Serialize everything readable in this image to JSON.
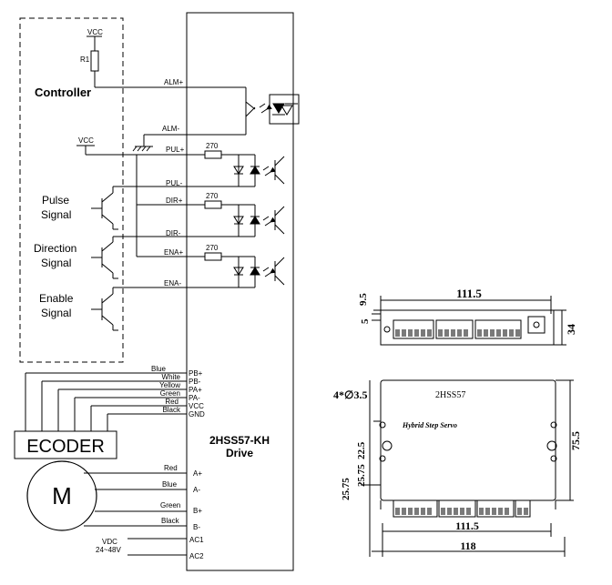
{
  "controller": {
    "title": "Controller",
    "r1": "R1",
    "vcc_top": "VCC",
    "vcc_mid": "VCC",
    "pulse_signal": [
      "Pulse",
      "Signal"
    ],
    "direction_signal": [
      "Direction",
      "Signal"
    ],
    "enable_signal": [
      "Enable",
      "Signal"
    ]
  },
  "drive": {
    "name": [
      "2HSS57-KH",
      "Drive"
    ],
    "signal_pins": [
      "ALM+",
      "ALM-",
      "PUL+",
      "PUL-",
      "DIR+",
      "DIR-",
      "ENA+",
      "ENA-"
    ],
    "resistor_values": [
      "270",
      "270",
      "270"
    ],
    "encoder_pins": [
      "PB+",
      "PB-",
      "PA+",
      "PA-",
      "VCC",
      "GND"
    ],
    "motor_pins": [
      "A+",
      "A-",
      "B+",
      "B-"
    ],
    "power_pins": [
      "AC1",
      "AC2"
    ]
  },
  "encoder": {
    "label": "ECODER",
    "wire_colors": [
      "Blue",
      "White",
      "Yellow",
      "Green",
      "Red",
      "Black"
    ]
  },
  "motor": {
    "label": "M",
    "wire_colors": [
      "Red",
      "Blue",
      "Green",
      "Black"
    ]
  },
  "power": {
    "label": "VDC",
    "range": "24~48V"
  },
  "dimensions": {
    "top_view": {
      "width": "111.5",
      "offset": "9.5",
      "small": "5",
      "height": "34"
    },
    "front_view": {
      "holes": "4*∅3.5",
      "model": "2HSS57",
      "subtitle": "Hybrid Step Servo",
      "dim_225": "22.5",
      "dim_2575a": "25.75",
      "dim_2575b": "25.75",
      "height": "75.5",
      "inner_width": "111.5",
      "outer_width": "118"
    }
  }
}
